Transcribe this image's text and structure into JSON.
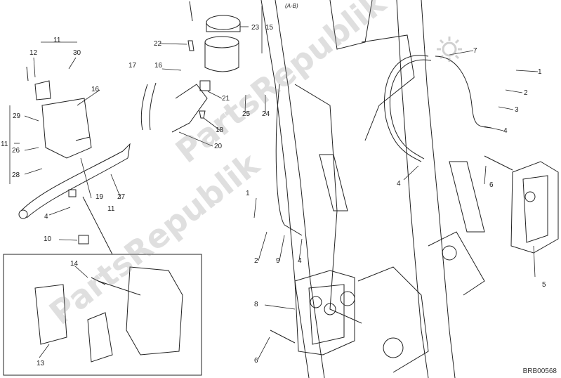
{
  "drawing_code": "BRB00568",
  "watermark_text": "PartsRepublik",
  "header_note": "(A-B)",
  "callouts": [
    "1",
    "2",
    "3",
    "4",
    "4",
    "4",
    "4",
    "5",
    "6",
    "6",
    "7",
    "8",
    "9",
    "10",
    "11",
    "11",
    "11",
    "12",
    "13",
    "14",
    "15",
    "16",
    "16",
    "17",
    "18",
    "19",
    "20",
    "21",
    "22",
    "23",
    "24",
    "25",
    "26",
    "27",
    "28",
    "29",
    "30",
    "1",
    "2",
    "4"
  ],
  "colors": {
    "line": "#222222",
    "watermark": "#9a9a9a",
    "background": "#ffffff"
  },
  "icons": [
    "gear-icon"
  ]
}
